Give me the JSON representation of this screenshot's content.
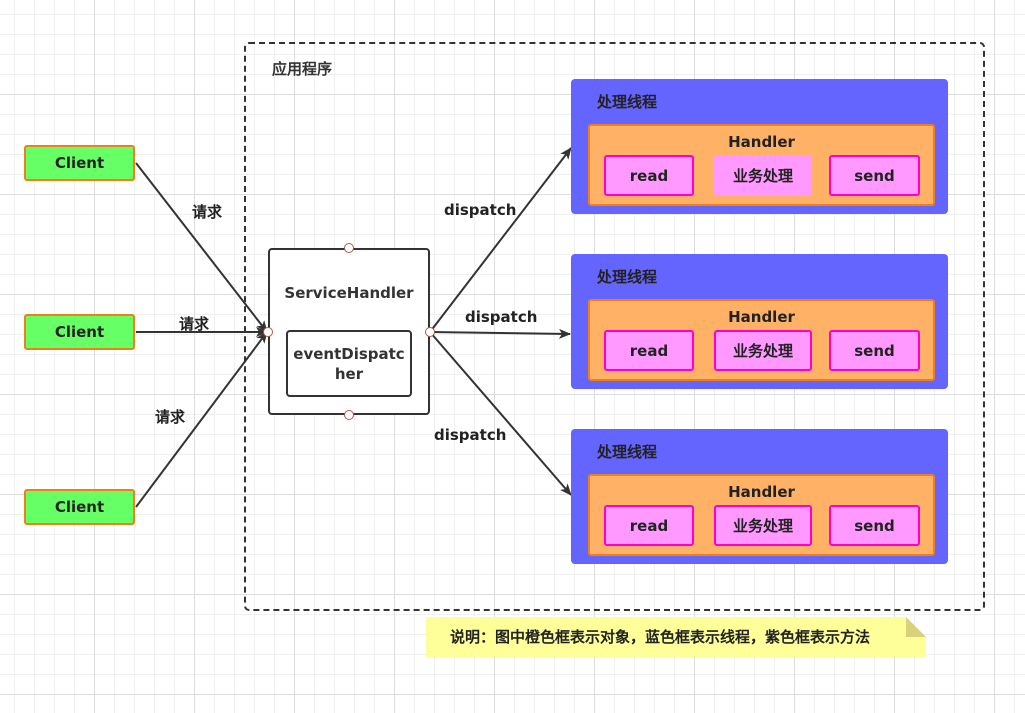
{
  "app": {
    "title": "应用程序"
  },
  "clients": [
    {
      "label": "Client",
      "request_label": "请求"
    },
    {
      "label": "Client",
      "request_label": "请求"
    },
    {
      "label": "Client",
      "request_label": "请求"
    }
  ],
  "service_handler": {
    "title": "ServiceHandler",
    "dispatcher_label": "eventDispatcher"
  },
  "threads": [
    {
      "title": "处理线程",
      "dispatch_label": "dispatch",
      "handler": {
        "title": "Handler",
        "methods": [
          "read",
          "业务处理",
          "send"
        ]
      }
    },
    {
      "title": "处理线程",
      "dispatch_label": "dispatch",
      "handler": {
        "title": "Handler",
        "methods": [
          "read",
          "业务处理",
          "send"
        ]
      }
    },
    {
      "title": "处理线程",
      "dispatch_label": "dispatch",
      "handler": {
        "title": "Handler",
        "methods": [
          "read",
          "业务处理",
          "send"
        ]
      }
    }
  ],
  "note": {
    "text": "说明：图中橙色框表示对象，蓝色框表示线程，紫色框表示方法"
  },
  "colors": {
    "client_fill": "#66ff66",
    "client_border": "#f07f1a",
    "thread_fill": "#6464ff",
    "handler_fill": "#ffb266",
    "method_fill": "#ff99ff",
    "method_border": "#ff00cc",
    "note_fill": "#ffff99"
  }
}
